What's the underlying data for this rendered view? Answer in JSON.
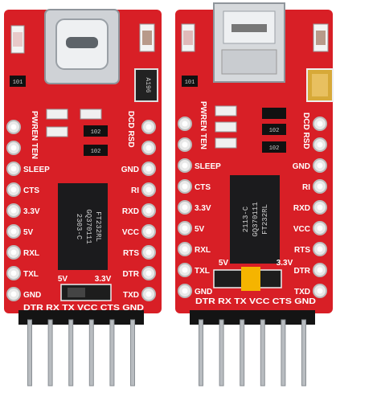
{
  "left_board": {
    "labels_left": [
      "SLEEP",
      "CTS",
      "3.3V",
      "5V",
      "RXL",
      "TXL",
      "GND"
    ],
    "labels_right": [
      "GND",
      "RI",
      "RXD",
      "VCC",
      "RTS",
      "DTR",
      "TXD"
    ],
    "top_left_vertical": "PWREN TEN",
    "top_right_vertical": "DCD RSD",
    "bottom_row": "DTR RX TX VCC CTS GND",
    "jumper_5v": "5V",
    "jumper_33v": "3.3V",
    "resistor_101": "101",
    "resistor_102": "102",
    "fuse_label": "A196",
    "chip_text": [
      "2303-C",
      "GQ370111",
      "FT232RL"
    ]
  },
  "right_board": {
    "labels_left": [
      "SLEEP",
      "CTS",
      "3.3V",
      "5V",
      "RXL",
      "TXL",
      "GND"
    ],
    "labels_right": [
      "GND",
      "RI",
      "RXD",
      "VCC",
      "RTS",
      "DTR",
      "TXD"
    ],
    "top_left_vertical": "PWREN TEN",
    "top_right_vertical": "DCD RSD",
    "bottom_row": "DTR RX TX VCC CTS GND",
    "jumper_5v": "5V",
    "jumper_33v": "3.3V",
    "resistor_101": "101",
    "resistor_102": "102",
    "chip_text": [
      "2113-C",
      "GQ370111",
      "FT232RL"
    ]
  }
}
